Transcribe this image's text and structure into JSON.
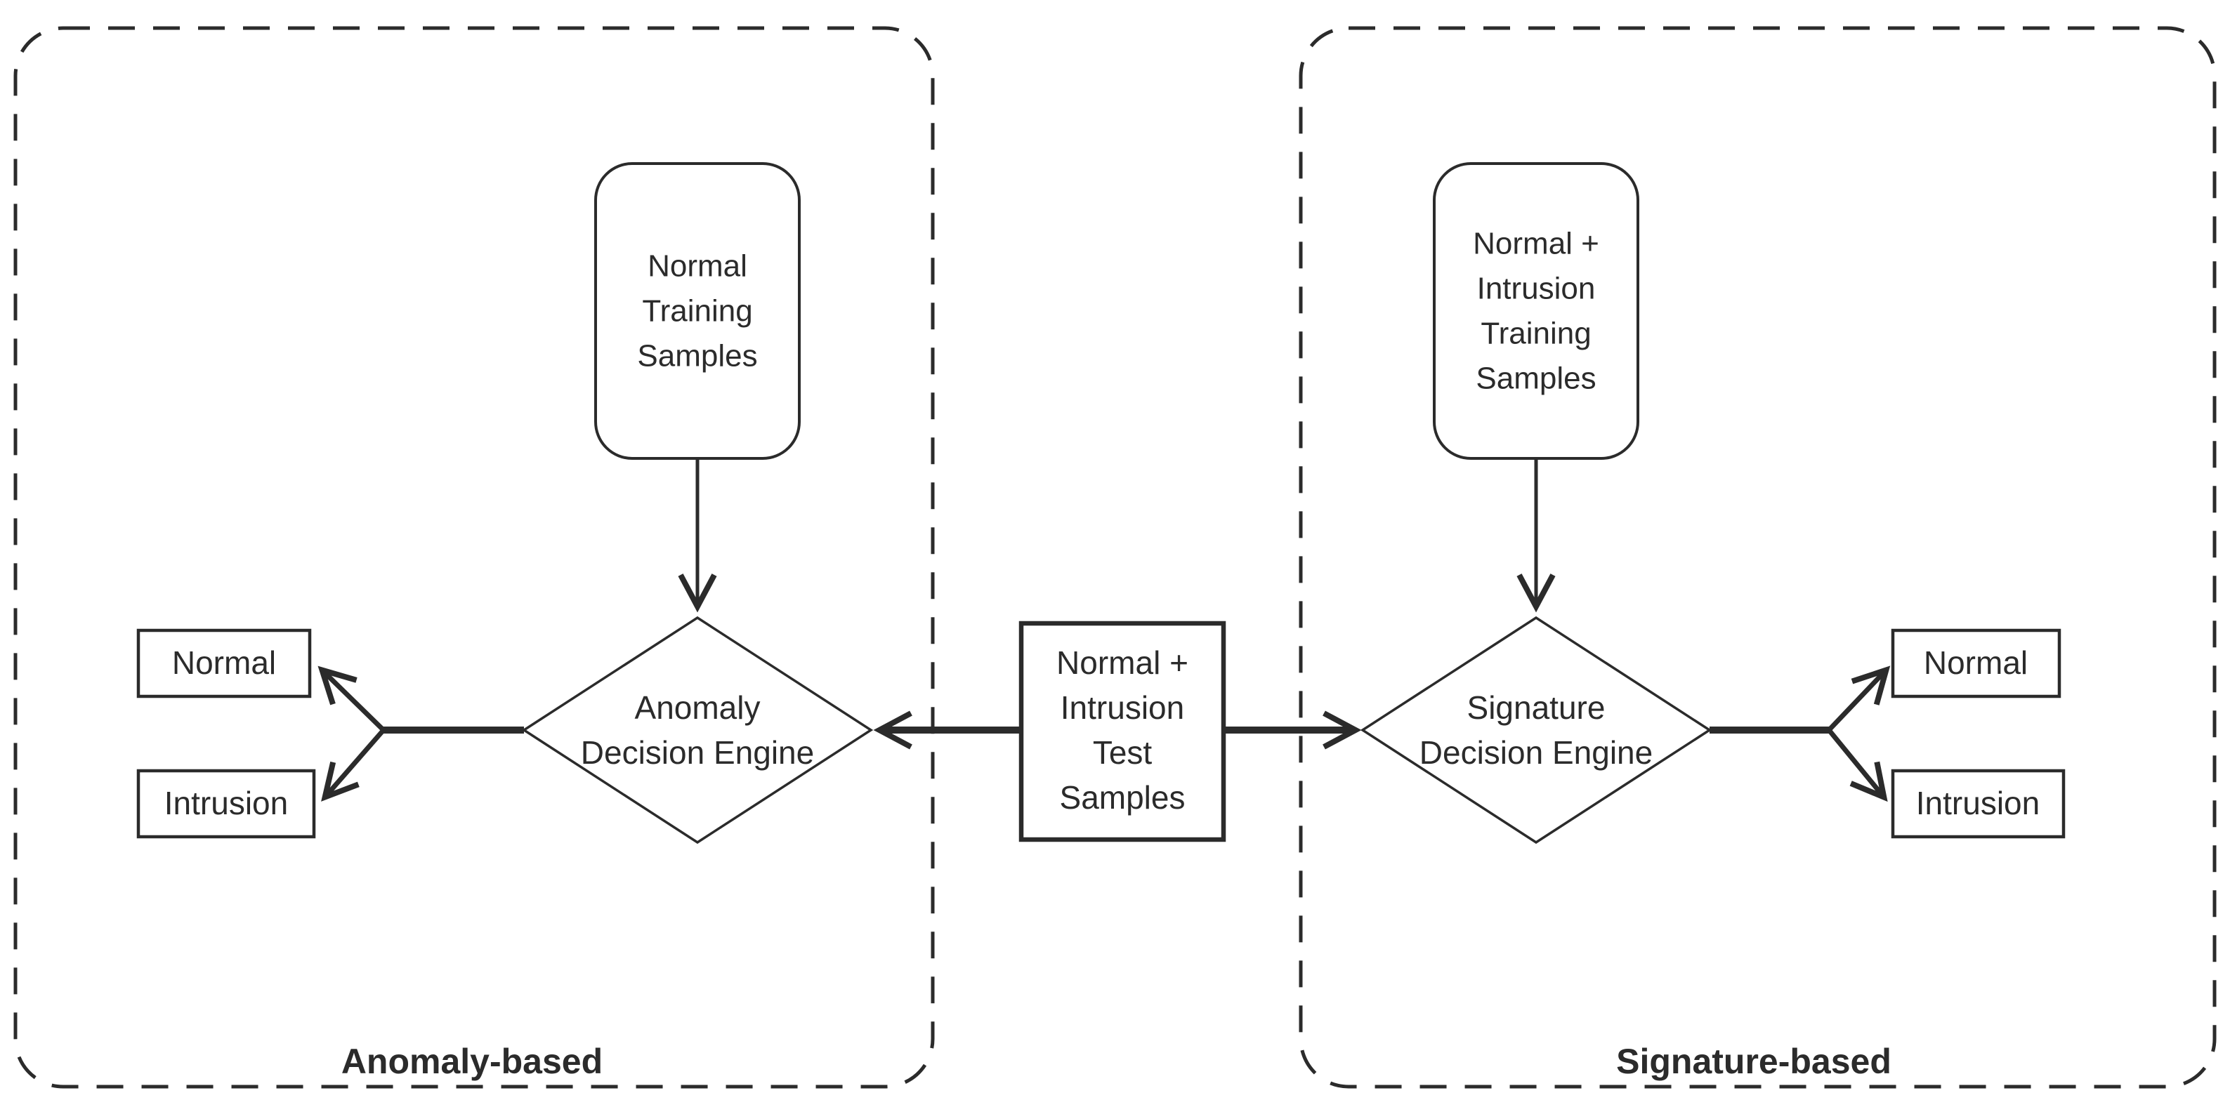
{
  "colors": {
    "ink": "#2b2b2b",
    "paper": "#ffffff"
  },
  "anomaly": {
    "panel_label": "Anomaly-based",
    "training": {
      "line1": "Normal",
      "line2": "Training",
      "line3": "Samples"
    },
    "engine": {
      "line1": "Anomaly",
      "line2": "Decision Engine"
    },
    "outputs": {
      "normal": "Normal",
      "intrusion": "Intrusion"
    }
  },
  "test_samples": {
    "line1": "Normal +",
    "line2": "Intrusion",
    "line3": "Test",
    "line4": "Samples"
  },
  "signature": {
    "panel_label": "Signature-based",
    "training": {
      "line1": "Normal +",
      "line2": "Intrusion",
      "line3": "Training",
      "line4": "Samples"
    },
    "engine": {
      "line1": "Signature",
      "line2": "Decision Engine"
    },
    "outputs": {
      "normal": "Normal",
      "intrusion": "Intrusion"
    }
  }
}
